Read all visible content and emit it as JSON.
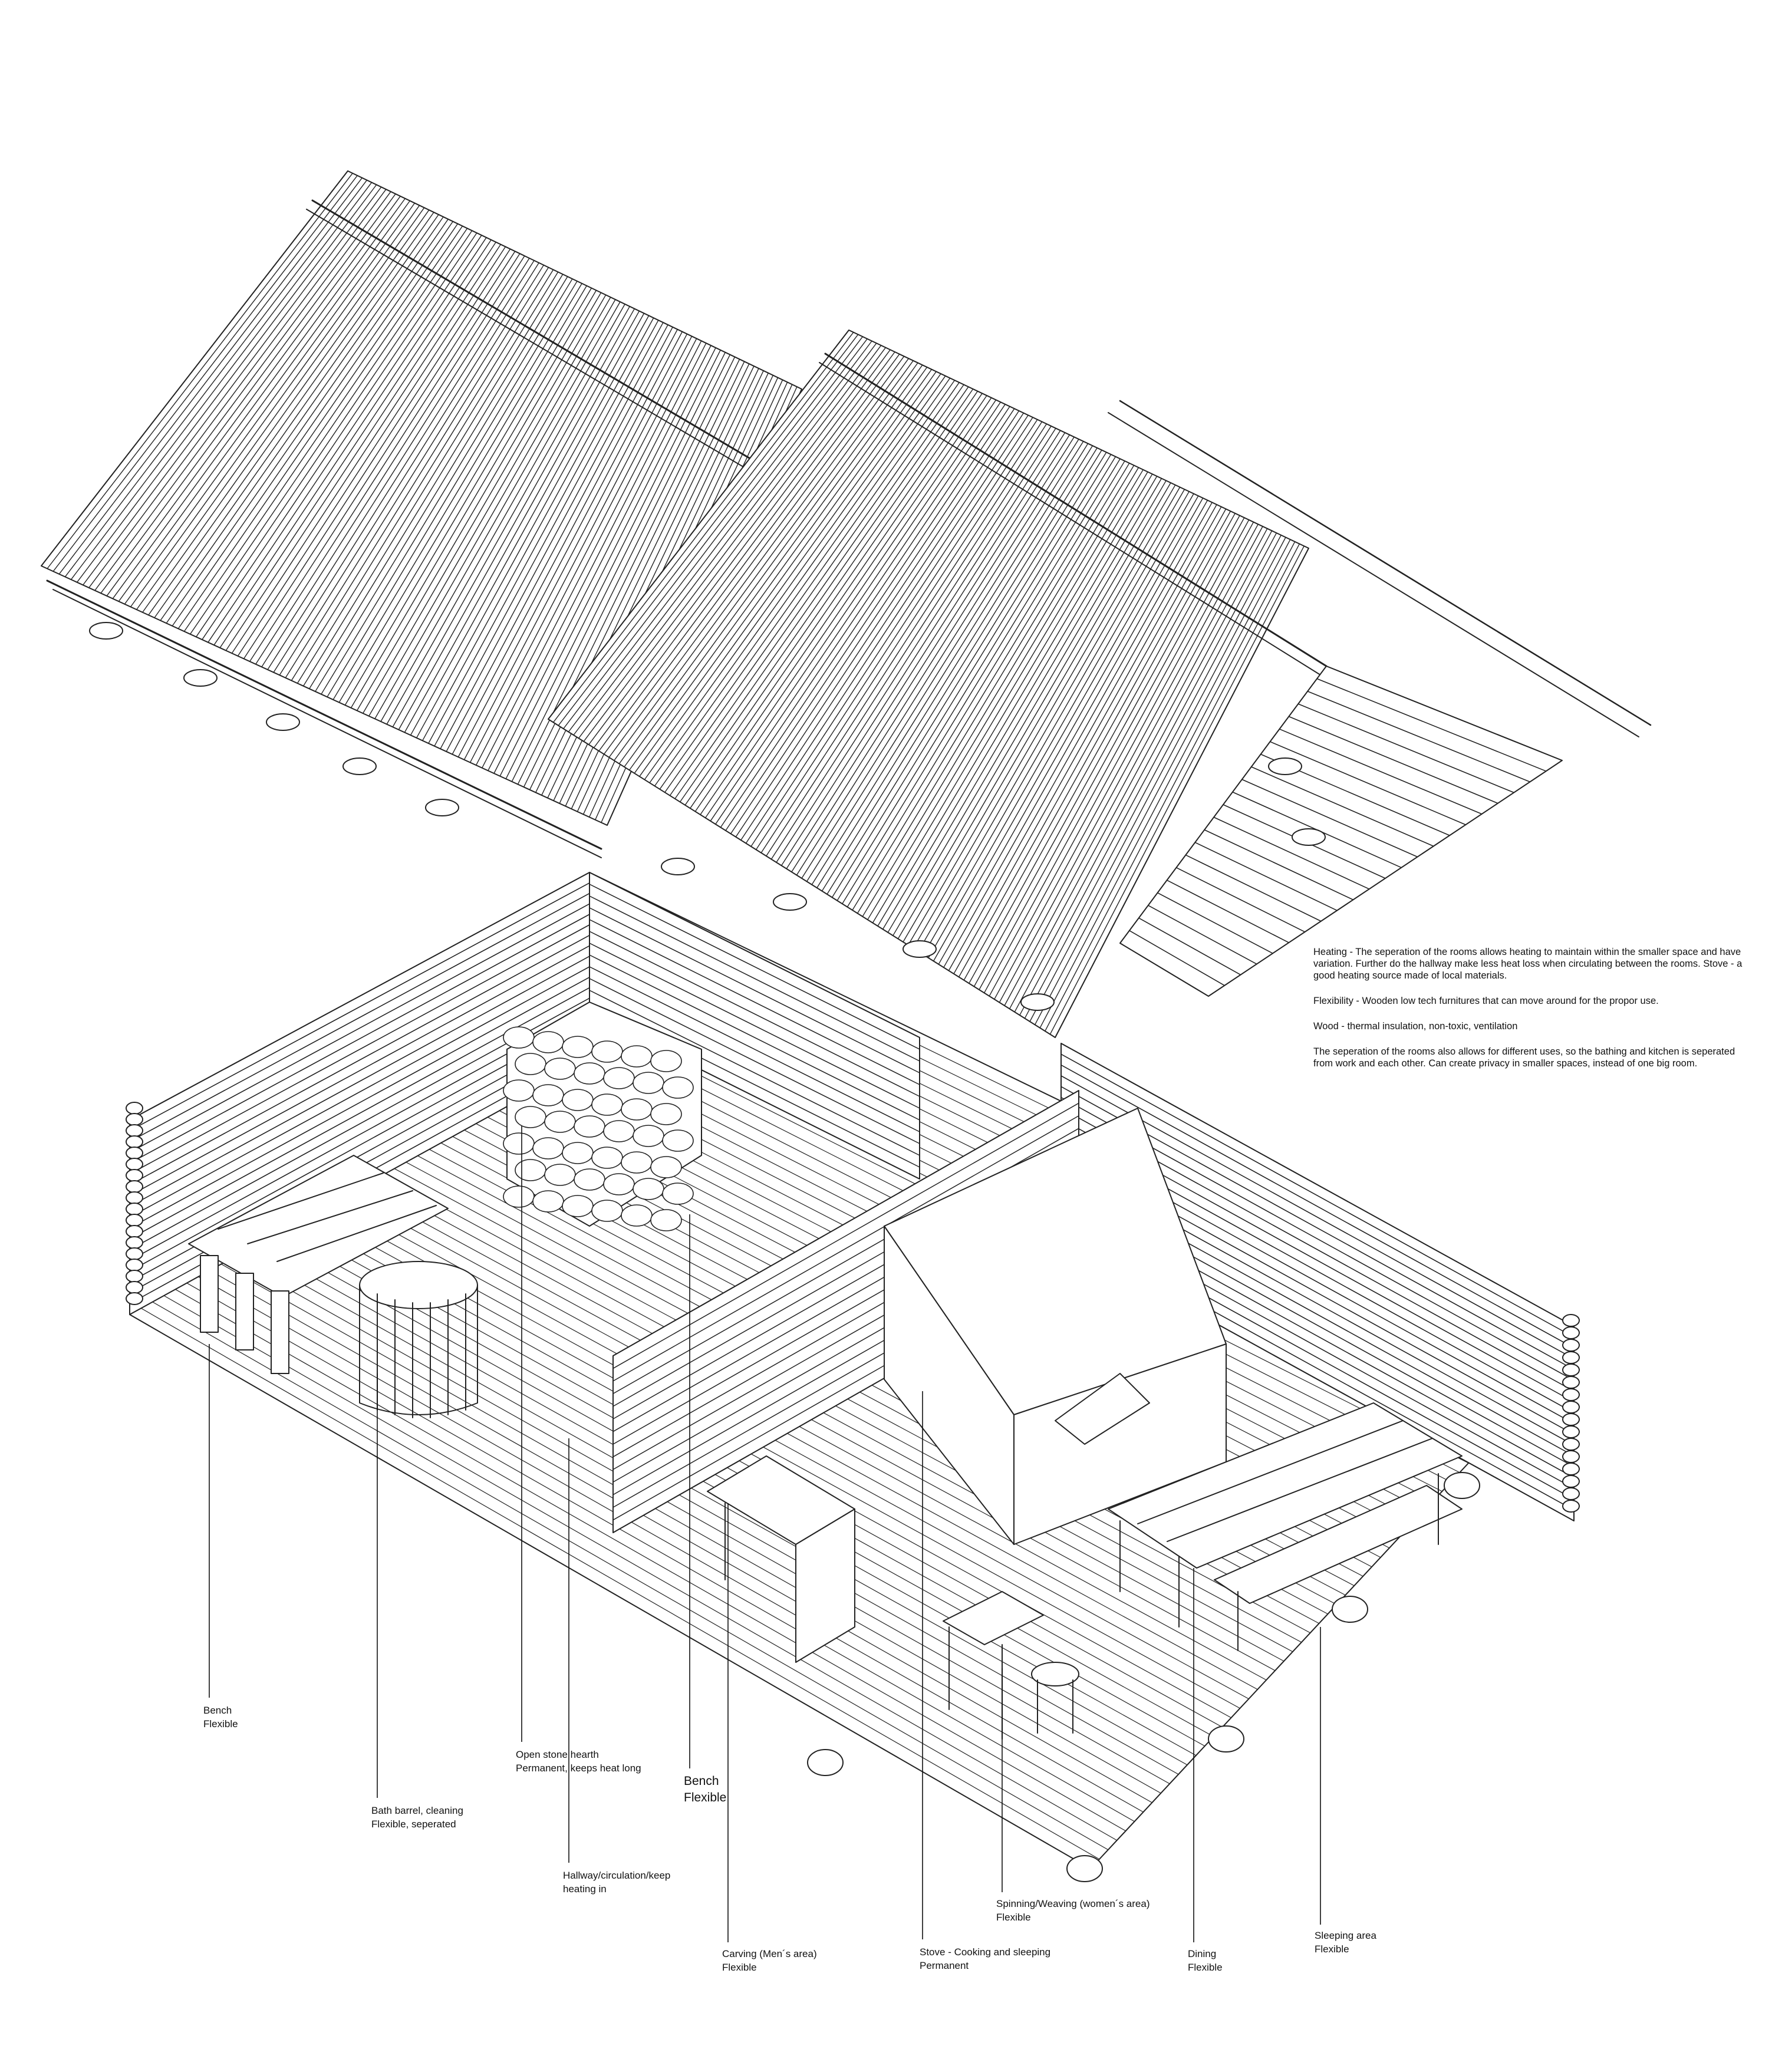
{
  "notes": [
    "Heating - The seperation of the rooms allows heating to maintain within the smaller space and have variation. Further do the hallway make less heat loss when circulating between the rooms. Stove - a good heating source made of local materials.",
    "Flexibility - Wooden low tech furnitures that can move around for the propor use.",
    "Wood - thermal insulation, non-toxic,  ventilation",
    "The seperation of the rooms also allows for different uses, so the bathing and kitchen is seperated from work and each other. Can create privacy in smaller spaces, instead of one big room."
  ],
  "labels": {
    "bench_1": {
      "line1": "Bench",
      "line2": "Flexible"
    },
    "bath_barrel": {
      "line1": "Bath barrel, cleaning",
      "line2": "Flexible, seperated"
    },
    "hearth": {
      "line1": "Open stone hearth",
      "line2": "Permanent, keeps heat long"
    },
    "bench_2": {
      "line1": "Bench",
      "line2": "Flexible"
    },
    "hallway": {
      "line1": "Hallway/circulation/keep",
      "line2": "heating in"
    },
    "carving": {
      "line1": "Carving (Men´s area)",
      "line2": "Flexible"
    },
    "stove": {
      "line1": "Stove - Cooking and sleeping",
      "line2": "Permanent"
    },
    "spinning": {
      "line1": "Spinning/Weaving (women´s area)",
      "line2": "Flexible"
    },
    "dining": {
      "line1": "Dining",
      "line2": "Flexible"
    },
    "sleeping": {
      "line1": "Sleeping area",
      "line2": "Flexible"
    }
  },
  "colors": {
    "ink": "#111111",
    "paper": "#ffffff"
  }
}
